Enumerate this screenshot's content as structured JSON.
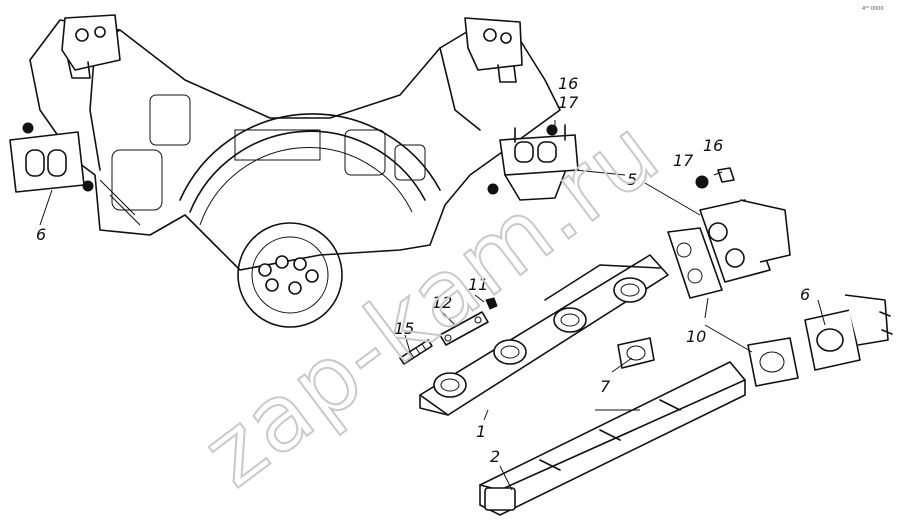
{
  "diagram": {
    "callouts": [
      "1",
      "2",
      "5",
      "6",
      "6",
      "7",
      "10",
      "11",
      "12",
      "15",
      "16",
      "17",
      "16",
      "17"
    ],
    "watermark": "zap-kam.ru",
    "corner_code": "4⁰⁵ 0000"
  }
}
